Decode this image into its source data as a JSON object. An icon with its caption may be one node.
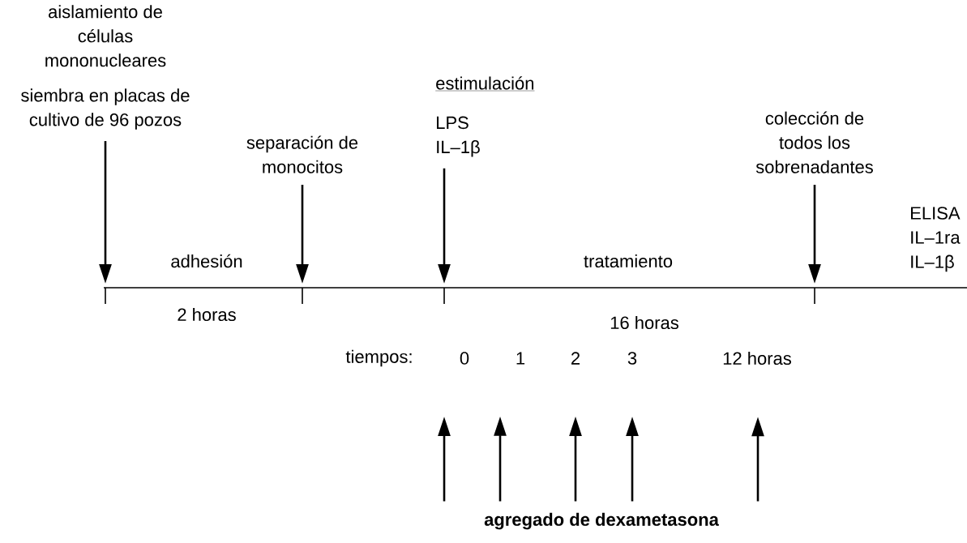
{
  "diagram": {
    "nodes": [
      {
        "text": [
          "aislamiento de células mononucleares",
          "siembra en placas de cultivo de 96 pozos"
        ]
      },
      {
        "text": [
          "separación de monocitos"
        ]
      },
      {
        "text": [
          "estimulación",
          "LPS IL–1β"
        ]
      },
      {
        "text": [
          "colección de todos los sobrenadantes"
        ]
      },
      {
        "text": [
          "0"
        ]
      },
      {
        "text": [
          "1"
        ]
      },
      {
        "text": [
          "2"
        ]
      },
      {
        "text": [
          "3"
        ]
      },
      {
        "text": [
          "12 horas"
        ]
      },
      {
        "text": [
          "agregado de dexametasona"
        ]
      }
    ],
    "edges": [
      {
        "from": 0,
        "to": null,
        "arrow": "to"
      },
      {
        "from": 1,
        "to": null,
        "arrow": "to"
      },
      {
        "from": 2,
        "to": null,
        "arrow": "to"
      },
      {
        "from": 3,
        "to": null,
        "arrow": "to"
      },
      {
        "from": 9,
        "to": 4,
        "arrow": "to"
      },
      {
        "from": 9,
        "to": 5,
        "arrow": "to"
      },
      {
        "from": 9,
        "to": 6,
        "arrow": "to"
      },
      {
        "from": 9,
        "to": 7,
        "arrow": "to"
      },
      {
        "from": 9,
        "to": 8,
        "arrow": "to"
      }
    ],
    "labels": [
      "ELISA IL–1ra IL–1β",
      "adhesión",
      "tratamiento",
      "2 horas",
      "16 horas",
      "tiempos:"
    ]
  }
}
